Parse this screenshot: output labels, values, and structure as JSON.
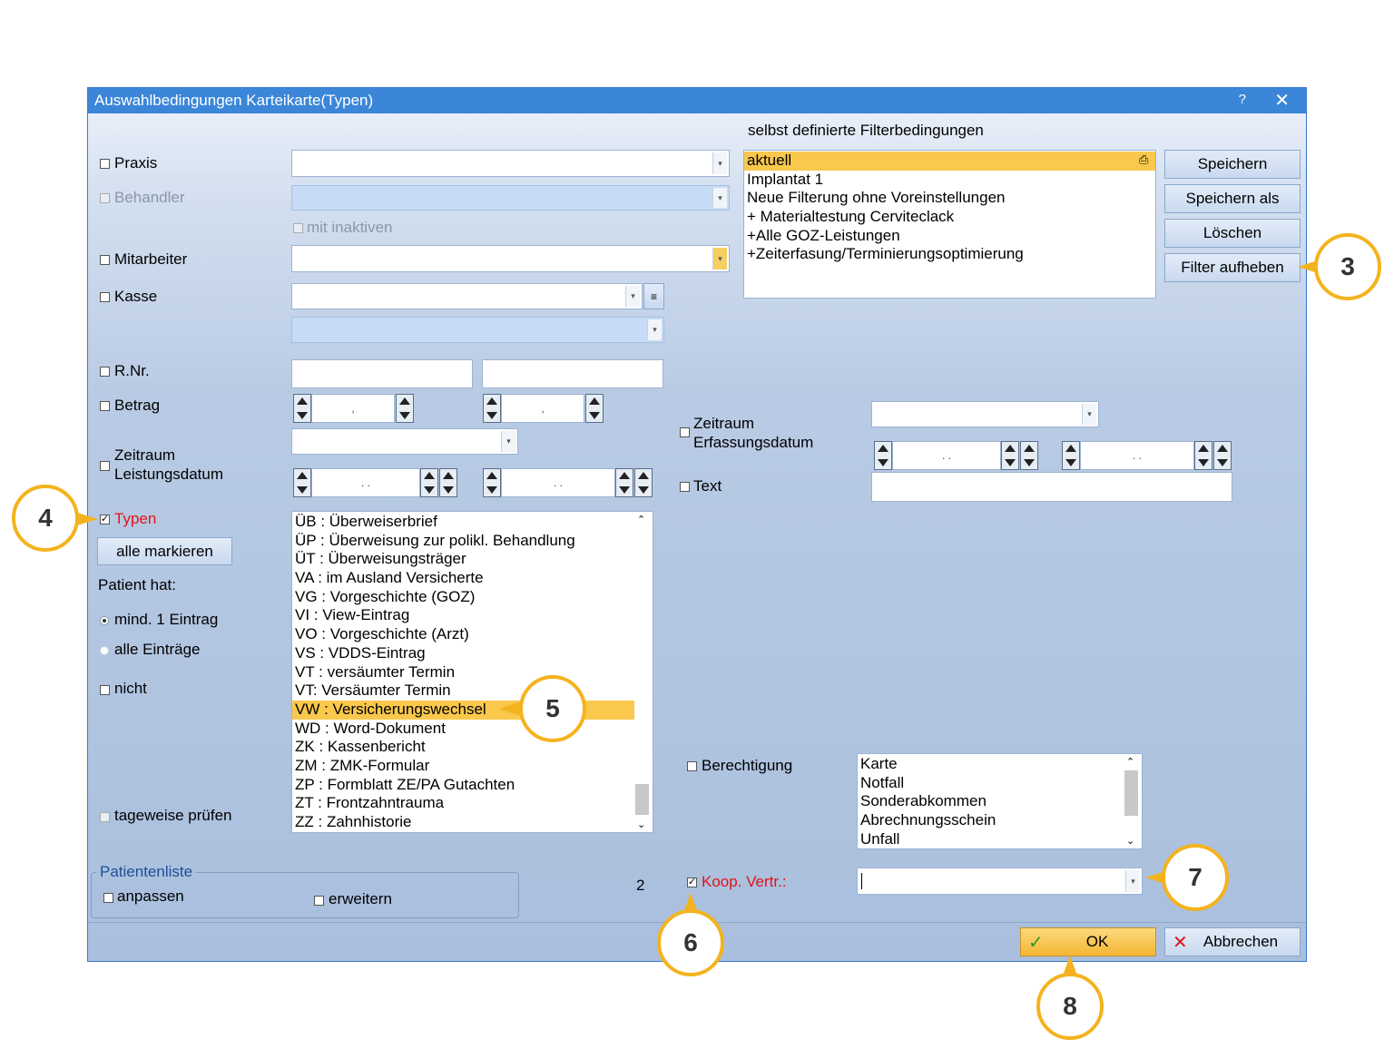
{
  "window": {
    "title": "Auswahlbedingungen Karteikarte(Typen)",
    "help": "?",
    "close": "✕"
  },
  "left": {
    "praxis": "Praxis",
    "behandler": "Behandler",
    "mit_inaktiven": "mit inaktiven",
    "mitarbeiter": "Mitarbeiter",
    "kasse": "Kasse",
    "rnr": "R.Nr.",
    "betrag": "Betrag",
    "betrag_sep": ",",
    "zeitraum_leistung_1": "Zeitraum",
    "zeitraum_leistung_2": "Leistungsdatum",
    "date_sep": ".   .",
    "typen": "Typen",
    "alle_markieren": "alle markieren",
    "patient_hat": "Patient hat:",
    "mind_1_eintrag": "mind. 1 Eintrag",
    "alle_eintraege": "alle Einträge",
    "nicht": "nicht",
    "tageweise": "tageweise prüfen"
  },
  "typen_list": [
    "ÜB : Überweiserbrief",
    "ÜP : Überweisung zur polikl. Behandlung",
    "ÜT : Überweisungsträger",
    "VA : im Ausland Versicherte",
    "VG : Vorgeschichte (GOZ)",
    "VI : View-Eintrag",
    "VO : Vorgeschichte (Arzt)",
    "VS : VDDS-Eintrag",
    "VT : versäumter Termin",
    "VT: Versäumter Termin",
    "VW : Versicherungswechsel",
    "WD : Word-Dokument",
    "ZK : Kassenbericht",
    "ZM : ZMK-Formular",
    "ZP : Formblatt ZE/PA Gutachten",
    "ZT : Frontzahntrauma",
    "ZZ : Zahnhistorie"
  ],
  "typen_selected": "VW : Versicherungswechsel",
  "filters": {
    "heading": "selbst definierte Filterbedingungen",
    "items": [
      "aktuell",
      "Implantat 1",
      "Neue Filterung ohne Voreinstellungen",
      "+ Materialtestung Cerviteclack",
      "+Alle GOZ-Leistungen",
      "+Zeiterfasung/Terminierungsoptimierung"
    ],
    "selected": "aktuell"
  },
  "buttons": {
    "speichern": "Speichern",
    "speichern_als": "Speichern als",
    "loeschen": "Löschen",
    "filter_aufheben": "Filter aufheben",
    "ok": "OK",
    "abbrechen": "Abbrechen"
  },
  "right": {
    "zeitraum_erf_1": "Zeitraum",
    "zeitraum_erf_2": "Erfassungsdatum",
    "text": "Text",
    "berechtigung": "Berechtigung",
    "koop": "Koop. Vertr.:",
    "count": "2"
  },
  "berechtigung_list": [
    "Karte",
    "Notfall",
    "Sonderabkommen",
    "Abrechnungsschein",
    "Unfall"
  ],
  "patientenliste": {
    "legend": "Patientenliste",
    "anpassen": "anpassen",
    "erweitern": "erweitern"
  },
  "callouts": [
    "3",
    "4",
    "5",
    "6",
    "7",
    "8"
  ],
  "colors": {
    "titlebar": "#3b86d8",
    "selection": "#f9c84c",
    "callout": "#f4b31e",
    "required": "#e2121b"
  }
}
